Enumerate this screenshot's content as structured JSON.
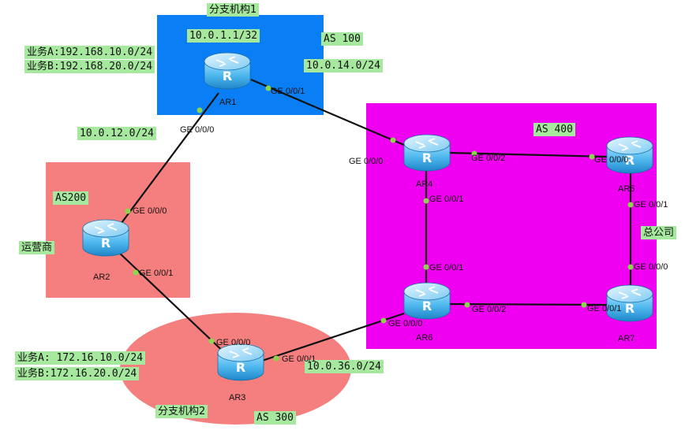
{
  "zones": {
    "branch1": {
      "title": "分支机构1",
      "as": "AS 100",
      "color": "#0a7ff5"
    },
    "isp": {
      "as": "AS200",
      "name": "运营商",
      "color": "#f57f7f"
    },
    "branch2": {
      "title": "分支机构2",
      "as": "AS 300",
      "color": "#f57f7f"
    },
    "hq": {
      "as": "AS 400",
      "name": "总公司",
      "color": "#f000f0"
    }
  },
  "labels": {
    "ar1_loopback": "10.0.1.1/32",
    "branch1_biz_a": "业务A:192.168.10.0/24",
    "branch1_biz_b": "业务B:192.168.20.0/24",
    "net_14": "10.0.14.0/24",
    "net_12": "10.0.12.0/24",
    "branch2_biz_a": "业务A: 172.16.10.0/24",
    "branch2_biz_b": "业务B:172.16.20.0/24",
    "net_36": "10.0.36.0/24"
  },
  "routers": {
    "ar1": "AR1",
    "ar2": "AR2",
    "ar3": "AR3",
    "ar4": "AR4",
    "ar5": "AR5",
    "ar6": "AR6",
    "ar7": "AR7"
  },
  "ports": {
    "ar1_g001": "GE 0/0/1",
    "ar1_g000": "GE 0/0/0",
    "ar2_g000": "GE 0/0/0",
    "ar2_g001": "GE 0/0/1",
    "ar3_g000": "GE 0/0/0",
    "ar3_g001": "GE 0/0/1",
    "ar4_g000": "GE 0/0/0",
    "ar4_g002": "GE 0/0/2",
    "ar4_g001": "GE 0/0/1",
    "ar5_g000": "GE 0/0/0",
    "ar5_g001": "GE 0/0/1",
    "ar6_g001": "GE 0/0/1",
    "ar6_g000": "GE 0/0/0",
    "ar6_g002": "GE 0/0/2",
    "ar7_g001": "GE 0/0/1",
    "ar7_g000": "GE 0/0/0"
  },
  "colors": {
    "label_bg": "#a6e89e",
    "port_dot": "#8bd64a",
    "router_body": "#4fb8ee",
    "link": "#111111"
  }
}
